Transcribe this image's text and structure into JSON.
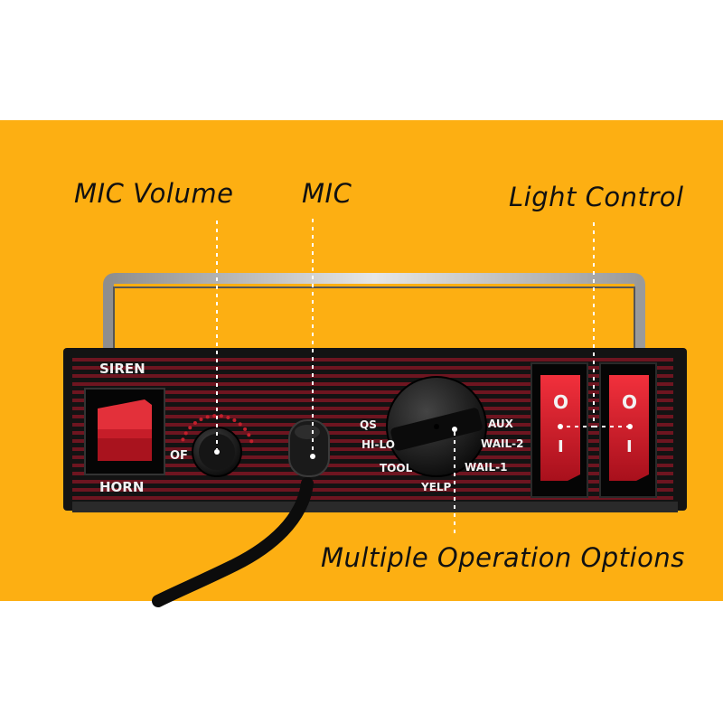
{
  "background": {
    "band_color": "#fdaf12",
    "page_color": "#ffffff"
  },
  "callouts": {
    "mic_volume": "MIC Volume",
    "mic": "MIC",
    "light_control": "Light Control",
    "operation_options": "Multiple Operation Options"
  },
  "panel": {
    "siren_label": "SIREN",
    "horn_label": "HORN",
    "off_label": "OF",
    "mode_labels": {
      "qs": "QS",
      "hi_lo": "HI-LO",
      "tool": "TOOL",
      "yelp": "YELP",
      "wail_1": "WAIL-1",
      "wail_2": "WAIL-2",
      "aux": "AUX"
    },
    "rocker_on": "I",
    "rocker_off": "O",
    "colors": {
      "body": "#121212",
      "stripe": "#7a1820",
      "switch_red": "#d61f2c",
      "handle": "#cfcfcf"
    }
  }
}
